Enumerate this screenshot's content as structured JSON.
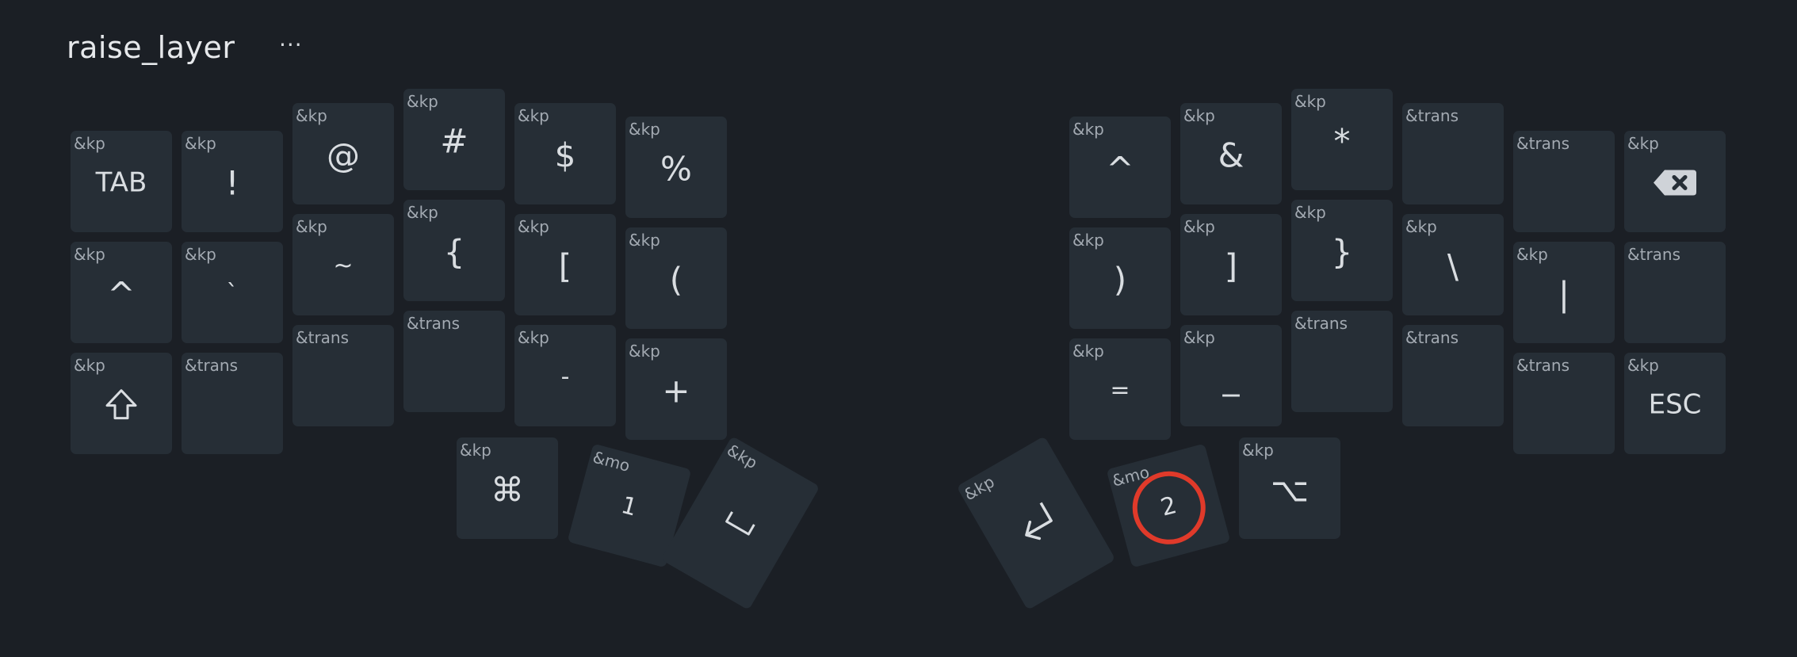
{
  "layer": {
    "title": "raise_layer",
    "menu_label": "···"
  },
  "keys": [
    {
      "binding": "&kp",
      "legend": "TAB"
    },
    {
      "binding": "&kp",
      "legend": "!"
    },
    {
      "binding": "&kp",
      "legend": "@"
    },
    {
      "binding": "&kp",
      "legend": "#"
    },
    {
      "binding": "&kp",
      "legend": "$"
    },
    {
      "binding": "&kp",
      "legend": "%"
    },
    {
      "binding": "&kp",
      "legend": "^"
    },
    {
      "binding": "&kp",
      "legend": "&"
    },
    {
      "binding": "&kp",
      "legend": "*"
    },
    {
      "binding": "&trans",
      "legend": ""
    },
    {
      "binding": "&trans",
      "legend": ""
    },
    {
      "binding": "&kp",
      "legend": "",
      "icon": "backspace-icon"
    },
    {
      "binding": "&kp",
      "legend": "^"
    },
    {
      "binding": "&kp",
      "legend": "`"
    },
    {
      "binding": "&kp",
      "legend": "~"
    },
    {
      "binding": "&kp",
      "legend": "{"
    },
    {
      "binding": "&kp",
      "legend": "["
    },
    {
      "binding": "&kp",
      "legend": "("
    },
    {
      "binding": "&kp",
      "legend": ")"
    },
    {
      "binding": "&kp",
      "legend": "]"
    },
    {
      "binding": "&kp",
      "legend": "}"
    },
    {
      "binding": "&kp",
      "legend": "\\"
    },
    {
      "binding": "&kp",
      "legend": "|"
    },
    {
      "binding": "&trans",
      "legend": ""
    },
    {
      "binding": "&kp",
      "legend": "",
      "icon": "shift-icon"
    },
    {
      "binding": "&trans",
      "legend": ""
    },
    {
      "binding": "&trans",
      "legend": ""
    },
    {
      "binding": "&trans",
      "legend": ""
    },
    {
      "binding": "&kp",
      "legend": "-"
    },
    {
      "binding": "&kp",
      "legend": "+"
    },
    {
      "binding": "&kp",
      "legend": "="
    },
    {
      "binding": "&kp",
      "legend": "_"
    },
    {
      "binding": "&trans",
      "legend": ""
    },
    {
      "binding": "&trans",
      "legend": ""
    },
    {
      "binding": "&trans",
      "legend": ""
    },
    {
      "binding": "&kp",
      "legend": "ESC"
    },
    {
      "binding": "&kp",
      "legend": "⌘"
    },
    {
      "binding": "&mo",
      "legend": "1"
    },
    {
      "binding": "&kp",
      "legend": "",
      "icon": "space-icon"
    },
    {
      "binding": "&kp",
      "legend": "",
      "icon": "return-icon"
    },
    {
      "binding": "&mo",
      "legend": "2",
      "highlight_color": "#e03a2a"
    },
    {
      "binding": "&kp",
      "legend": "⌥"
    }
  ]
}
